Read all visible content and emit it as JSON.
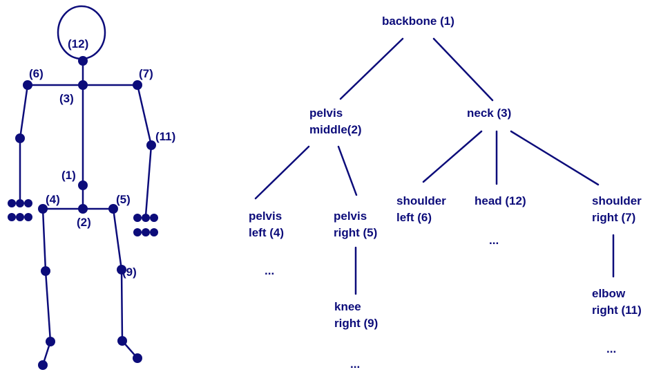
{
  "skeleton": {
    "labels": [
      "(12)",
      "(6)",
      "(7)",
      "(3)",
      "(11)",
      "(1)",
      "(4)",
      "(5)",
      "(2)",
      "(9)"
    ]
  },
  "tree": {
    "nodes": {
      "backbone": [
        "backbone (1)"
      ],
      "pelvis_middle": [
        "pelvis",
        "middle(2)"
      ],
      "neck": [
        "neck (3)"
      ],
      "pelvis_left": [
        "pelvis",
        "left (4)"
      ],
      "pelvis_right": [
        "pelvis",
        "right (5)"
      ],
      "shoulder_left": [
        "shoulder",
        "left (6)"
      ],
      "head": [
        "head (12)"
      ],
      "shoulder_right": [
        "shoulder",
        "right (7)"
      ],
      "knee_right": [
        "knee",
        "right (9)"
      ],
      "elbow_right": [
        "elbow",
        "right (11)"
      ]
    },
    "ellipses": {
      "pelvis_left": "...",
      "head": "...",
      "knee_right": "...",
      "elbow_right": "..."
    }
  }
}
